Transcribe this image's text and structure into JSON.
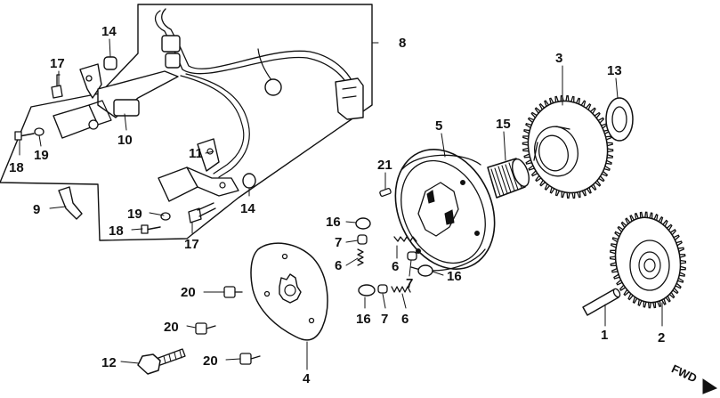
{
  "callouts": {
    "c1": "1",
    "c2": "2",
    "c3": "3",
    "c4": "4",
    "c5": "5",
    "c6a": "6",
    "c6b": "6",
    "c6c": "6",
    "c7a": "7",
    "c7b": "7",
    "c7c": "7",
    "c8": "8",
    "c9": "9",
    "c10": "10",
    "c11": "11",
    "c12": "12",
    "c13": "13",
    "c14a": "14",
    "c14b": "14",
    "c15": "15",
    "c16a": "16",
    "c16b": "16",
    "c16c": "16",
    "c17a": "17",
    "c17b": "17",
    "c18a": "18",
    "c18b": "18",
    "c19a": "19",
    "c19b": "19",
    "c20a": "20",
    "c20b": "20",
    "c20c": "20",
    "c21": "21"
  },
  "direction_label": "FWD",
  "colors": {
    "ink": "#111111",
    "paper": "#ffffff"
  }
}
